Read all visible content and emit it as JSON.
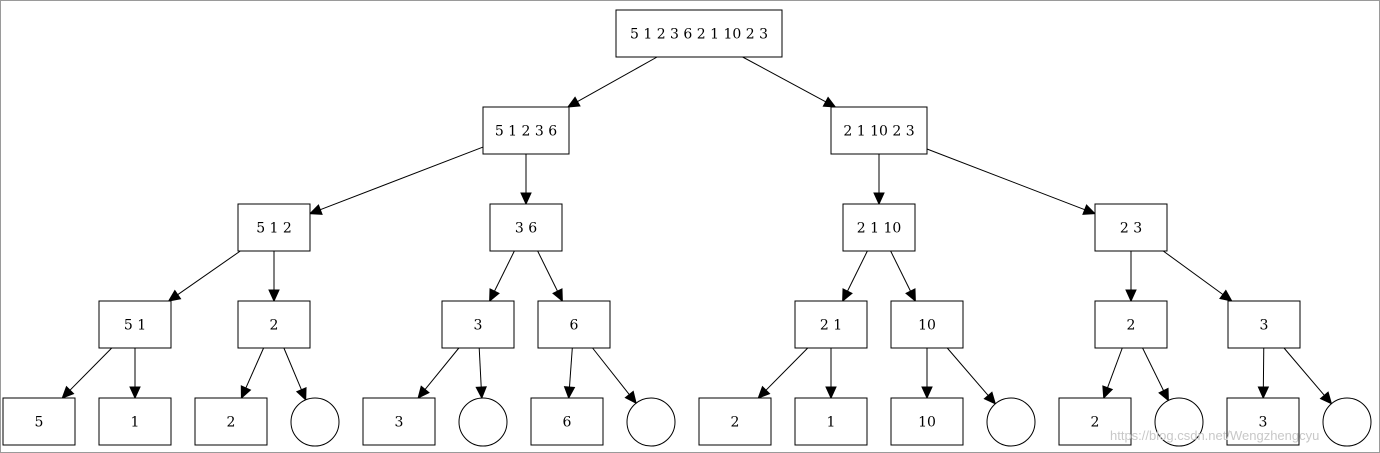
{
  "diagram": {
    "nodes": [
      {
        "id": "n0",
        "label": "5 1 2 3 6 2 1 10 2 3",
        "shape": "box"
      },
      {
        "id": "n1",
        "label": "5 1 2 3 6",
        "shape": "box"
      },
      {
        "id": "n2",
        "label": "2 1 10 2 3",
        "shape": "box"
      },
      {
        "id": "n3",
        "label": "5 1 2",
        "shape": "box"
      },
      {
        "id": "n4",
        "label": "3 6",
        "shape": "box"
      },
      {
        "id": "n5",
        "label": "2 1 10",
        "shape": "box"
      },
      {
        "id": "n6",
        "label": "2 3",
        "shape": "box"
      },
      {
        "id": "n7",
        "label": "5 1",
        "shape": "box"
      },
      {
        "id": "n8",
        "label": "2",
        "shape": "box"
      },
      {
        "id": "n9",
        "label": "3",
        "shape": "box"
      },
      {
        "id": "n10",
        "label": "6",
        "shape": "box"
      },
      {
        "id": "n11",
        "label": "2 1",
        "shape": "box"
      },
      {
        "id": "n12",
        "label": "10",
        "shape": "box"
      },
      {
        "id": "n13",
        "label": "2",
        "shape": "box"
      },
      {
        "id": "n14",
        "label": "3",
        "shape": "box"
      },
      {
        "id": "n15",
        "label": "5",
        "shape": "box"
      },
      {
        "id": "n16",
        "label": "1",
        "shape": "box"
      },
      {
        "id": "n17",
        "label": "2",
        "shape": "box"
      },
      {
        "id": "n18",
        "label": "",
        "shape": "circle"
      },
      {
        "id": "n19",
        "label": "3",
        "shape": "box"
      },
      {
        "id": "n20",
        "label": "",
        "shape": "circle"
      },
      {
        "id": "n21",
        "label": "6",
        "shape": "box"
      },
      {
        "id": "n22",
        "label": "",
        "shape": "circle"
      },
      {
        "id": "n23",
        "label": "2",
        "shape": "box"
      },
      {
        "id": "n24",
        "label": "1",
        "shape": "box"
      },
      {
        "id": "n25",
        "label": "10",
        "shape": "box"
      },
      {
        "id": "n26",
        "label": "",
        "shape": "circle"
      },
      {
        "id": "n27",
        "label": "2",
        "shape": "box"
      },
      {
        "id": "n28",
        "label": "",
        "shape": "circle"
      },
      {
        "id": "n29",
        "label": "3",
        "shape": "box"
      },
      {
        "id": "n30",
        "label": "",
        "shape": "circle"
      }
    ],
    "edges": [
      {
        "from": "n0",
        "to": "n1"
      },
      {
        "from": "n0",
        "to": "n2"
      },
      {
        "from": "n1",
        "to": "n3"
      },
      {
        "from": "n1",
        "to": "n4"
      },
      {
        "from": "n2",
        "to": "n5"
      },
      {
        "from": "n2",
        "to": "n6"
      },
      {
        "from": "n3",
        "to": "n7"
      },
      {
        "from": "n3",
        "to": "n8"
      },
      {
        "from": "n4",
        "to": "n9"
      },
      {
        "from": "n4",
        "to": "n10"
      },
      {
        "from": "n5",
        "to": "n11"
      },
      {
        "from": "n5",
        "to": "n12"
      },
      {
        "from": "n6",
        "to": "n13"
      },
      {
        "from": "n6",
        "to": "n14"
      },
      {
        "from": "n7",
        "to": "n15"
      },
      {
        "from": "n7",
        "to": "n16"
      },
      {
        "from": "n8",
        "to": "n17"
      },
      {
        "from": "n8",
        "to": "n18"
      },
      {
        "from": "n9",
        "to": "n19"
      },
      {
        "from": "n9",
        "to": "n20"
      },
      {
        "from": "n10",
        "to": "n21"
      },
      {
        "from": "n10",
        "to": "n22"
      },
      {
        "from": "n11",
        "to": "n23"
      },
      {
        "from": "n11",
        "to": "n24"
      },
      {
        "from": "n12",
        "to": "n25"
      },
      {
        "from": "n12",
        "to": "n26"
      },
      {
        "from": "n13",
        "to": "n27"
      },
      {
        "from": "n13",
        "to": "n28"
      },
      {
        "from": "n14",
        "to": "n29"
      },
      {
        "from": "n14",
        "to": "n30"
      }
    ]
  },
  "watermark": "https://blog.csdn.net/Wengzhengcyu"
}
